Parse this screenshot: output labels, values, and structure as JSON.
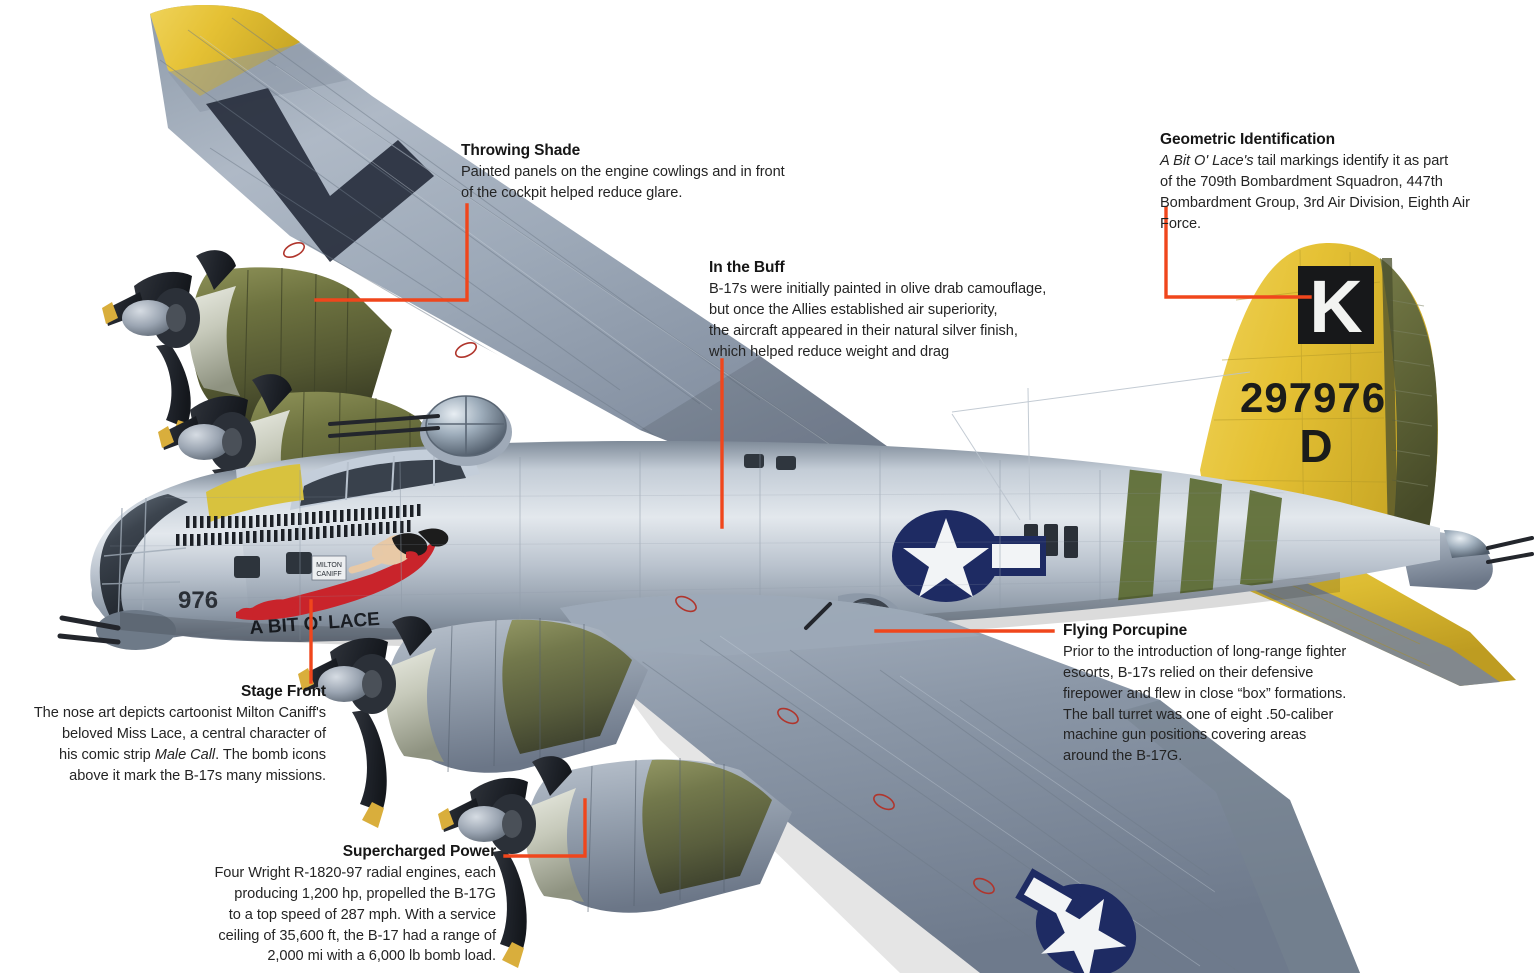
{
  "figure": {
    "subject": "Boeing B-17G Flying Fortress",
    "nose_art_name": "A BIT O' LACE",
    "accent_color": "#F0461C",
    "background_color": "#FFFFFF"
  },
  "callouts": [
    {
      "id": "throwing-shade",
      "title": "Throwing Shade",
      "body": "Painted panels on the engine cowlings and in front of the cockpit helped reduce glare.",
      "lines": [
        "Painted panels on the engine cowlings and in front",
        "of the cockpit helped reduce glare."
      ],
      "align": "left"
    },
    {
      "id": "in-the-buff",
      "title": "In the Buff",
      "body": "B-17s were initially painted in olive drab camouflage, but once the Allies established air superiority, the aircraft appeared in their natural silver finish, which helped reduce weight and drag",
      "lines": [
        "B-17s were initially painted in olive drab camouflage,",
        "but once the Allies established air superiority,",
        "the aircraft appeared in their natural silver finish,",
        "which helped reduce weight and drag"
      ],
      "align": "left"
    },
    {
      "id": "geometric-identification",
      "title": "Geometric Identification",
      "body": "A Bit O' Lace's tail markings identify it as part of the 709th Bombardment Squadron, 447th Bombardment Group, 3rd Air Division, Eighth Air Force.",
      "lines": [
        "A Bit O' Lace's tail markings identify it as part",
        "of the 709th Bombardment Squadron, 447th",
        "Bombardment Group, 3rd Air Division, Eighth Air Force."
      ],
      "italic_lead": "A Bit O' Lace's",
      "align": "left"
    },
    {
      "id": "flying-porcupine",
      "title": "Flying Porcupine",
      "body": "Prior to the introduction of long-range fighter escorts, B-17s relied on their defensive firepower and flew in close “box” formations. The ball turret was one of eight .50-caliber machine gun positions covering areas around the B-17G.",
      "lines": [
        "Prior to the introduction of long-range fighter",
        "escorts, B-17s relied on their defensive",
        "firepower and flew in close “box” formations.",
        "The ball turret was one of eight .50-caliber",
        "machine gun positions covering areas",
        "around the B-17G."
      ],
      "align": "left"
    },
    {
      "id": "stage-front",
      "title": "Stage Front",
      "body": "The nose art depicts cartoonist Milton Caniff's beloved Miss Lace, a central character of his comic strip Male Call. The bomb icons above it mark the B-17s many missions.",
      "lines": [
        "The nose art depicts cartoonist Milton Caniff's",
        "beloved Miss Lace, a central character of",
        "his comic strip Male Call. The bomb icons",
        "above it mark the B-17s many missions."
      ],
      "italic_phrase": "Male Call",
      "align": "right"
    },
    {
      "id": "supercharged-power",
      "title": "Supercharged Power",
      "body": "Four Wright R-1820-97 radial engines, each producing 1,200 hp, propelled the B-17G to a top speed of 287 mph. With a service ceiling of 35,600 ft, the B-17 had a range of 2,000 mi with a 6,000 lb bomb load.",
      "lines": [
        "Four Wright R-1820-97 radial engines, each",
        "producing 1,200 hp, propelled the B-17G",
        "to a top speed of 287 mph. With a service",
        "ceiling of 35,600 ft, the B-17 had a range of",
        "2,000 mi with a 6,000 lb bomb load."
      ],
      "align": "right"
    }
  ],
  "aircraft_markings": {
    "tail_squadron_letter": "K",
    "tail_serial": "297976",
    "tail_aircraft_letter": "D",
    "nose_number": "976",
    "nose_art_title": "A BIT O' LACE",
    "artist_signature": "MILTON CANIFF",
    "colors": {
      "tail_yellow": "#E8C53A",
      "band_green": "#5C6B32",
      "aluminum_light": "#CBD3DC",
      "aluminum_mid": "#A3AFBC",
      "aluminum_dark": "#77828F",
      "insignia_blue": "#1E2B63",
      "olive_drab": "#5D6136",
      "prop_dark": "#23262C",
      "prop_tip_yellow": "#D9AE3C",
      "nose_red": "#C9242B",
      "marker_red": "#C0392B"
    }
  }
}
